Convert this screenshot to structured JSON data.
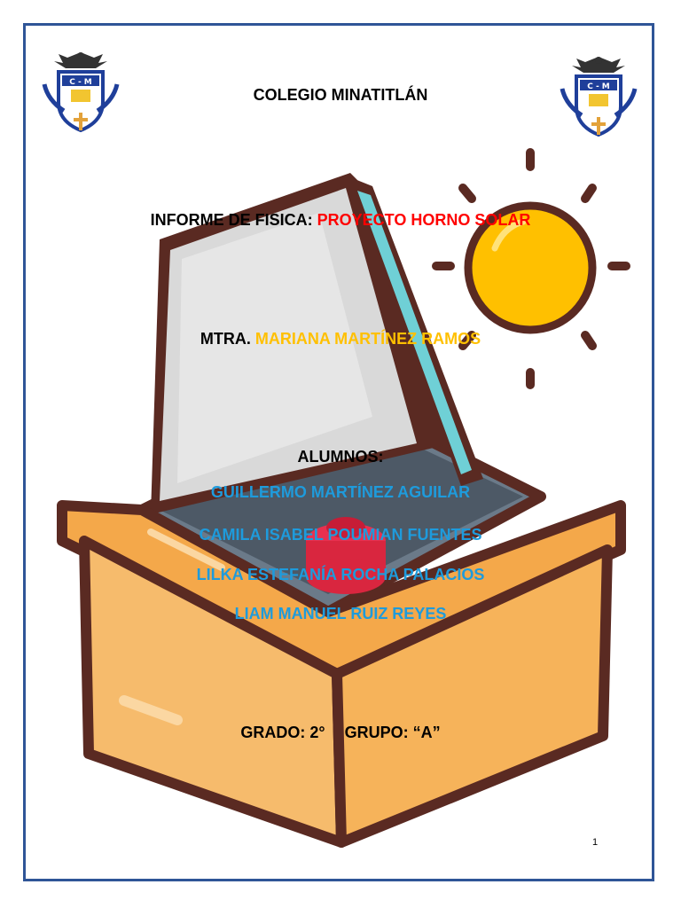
{
  "school": "COLEGIO MINATITLÁN",
  "report": {
    "label": "INFORME DE FISICA: ",
    "project": "PROYECTO HORNO SOLAR"
  },
  "teacher": {
    "label": "MTRA. ",
    "name": "MARIANA MARTÍNEZ RAMOS"
  },
  "students_label": "ALUMNOS:",
  "students": [
    "GUILLERMO MARTÍNEZ AGUILAR",
    "CAMILA ISABEL POUMIAN FUENTES",
    "LILKA ESTEFANÍA ROCHA PALACIOS",
    "LIAM MANUEL RUIZ REYES"
  ],
  "grade": "GRADO: 2°",
  "group": "GRUPO: “A”",
  "page_number": "1",
  "logo_text": "C - M",
  "colors": {
    "border": "#2f5597",
    "red": "#ff0000",
    "gold": "#ffc000",
    "blue": "#1e9bdc"
  },
  "icons": [
    "school-crest-icon",
    "solar-oven-illustration",
    "sun-icon"
  ]
}
